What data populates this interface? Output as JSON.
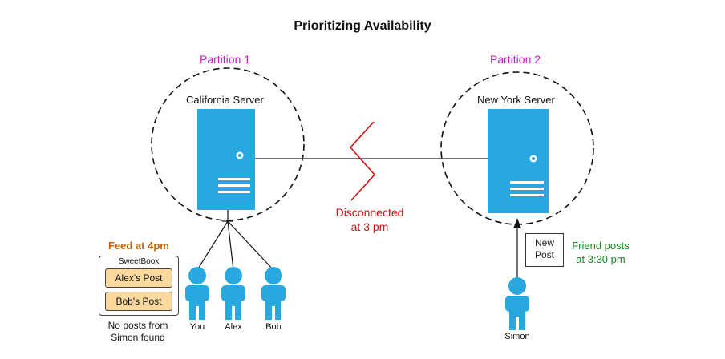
{
  "title": "Prioritizing Availability",
  "partitions": {
    "left": "Partition 1",
    "right": "Partition 2"
  },
  "servers": {
    "left": "California Server",
    "right": "New York Server"
  },
  "disconnect": {
    "line1": "Disconnected",
    "line2": "at 3 pm"
  },
  "feed": {
    "title": "Feed at 4pm",
    "app_name": "SweetBook",
    "posts": [
      "Alex's Post",
      "Bob's Post"
    ],
    "note_line1": "No posts from",
    "note_line2": "Simon found"
  },
  "users": {
    "you": "You",
    "alex": "Alex",
    "bob": "Bob",
    "simon": "Simon"
  },
  "new_post": {
    "line1": "New",
    "line2": "Post"
  },
  "friend_posts": {
    "line1": "Friend posts",
    "line2": "at 3:30 pm"
  },
  "colors": {
    "server": "#29a8e0",
    "person": "#29a8e0",
    "disconnect": "#d01010",
    "partition": "#c020c0",
    "friend": "#148a1c",
    "feed_title": "#c0620a",
    "post_fill": "#fbd89e"
  }
}
